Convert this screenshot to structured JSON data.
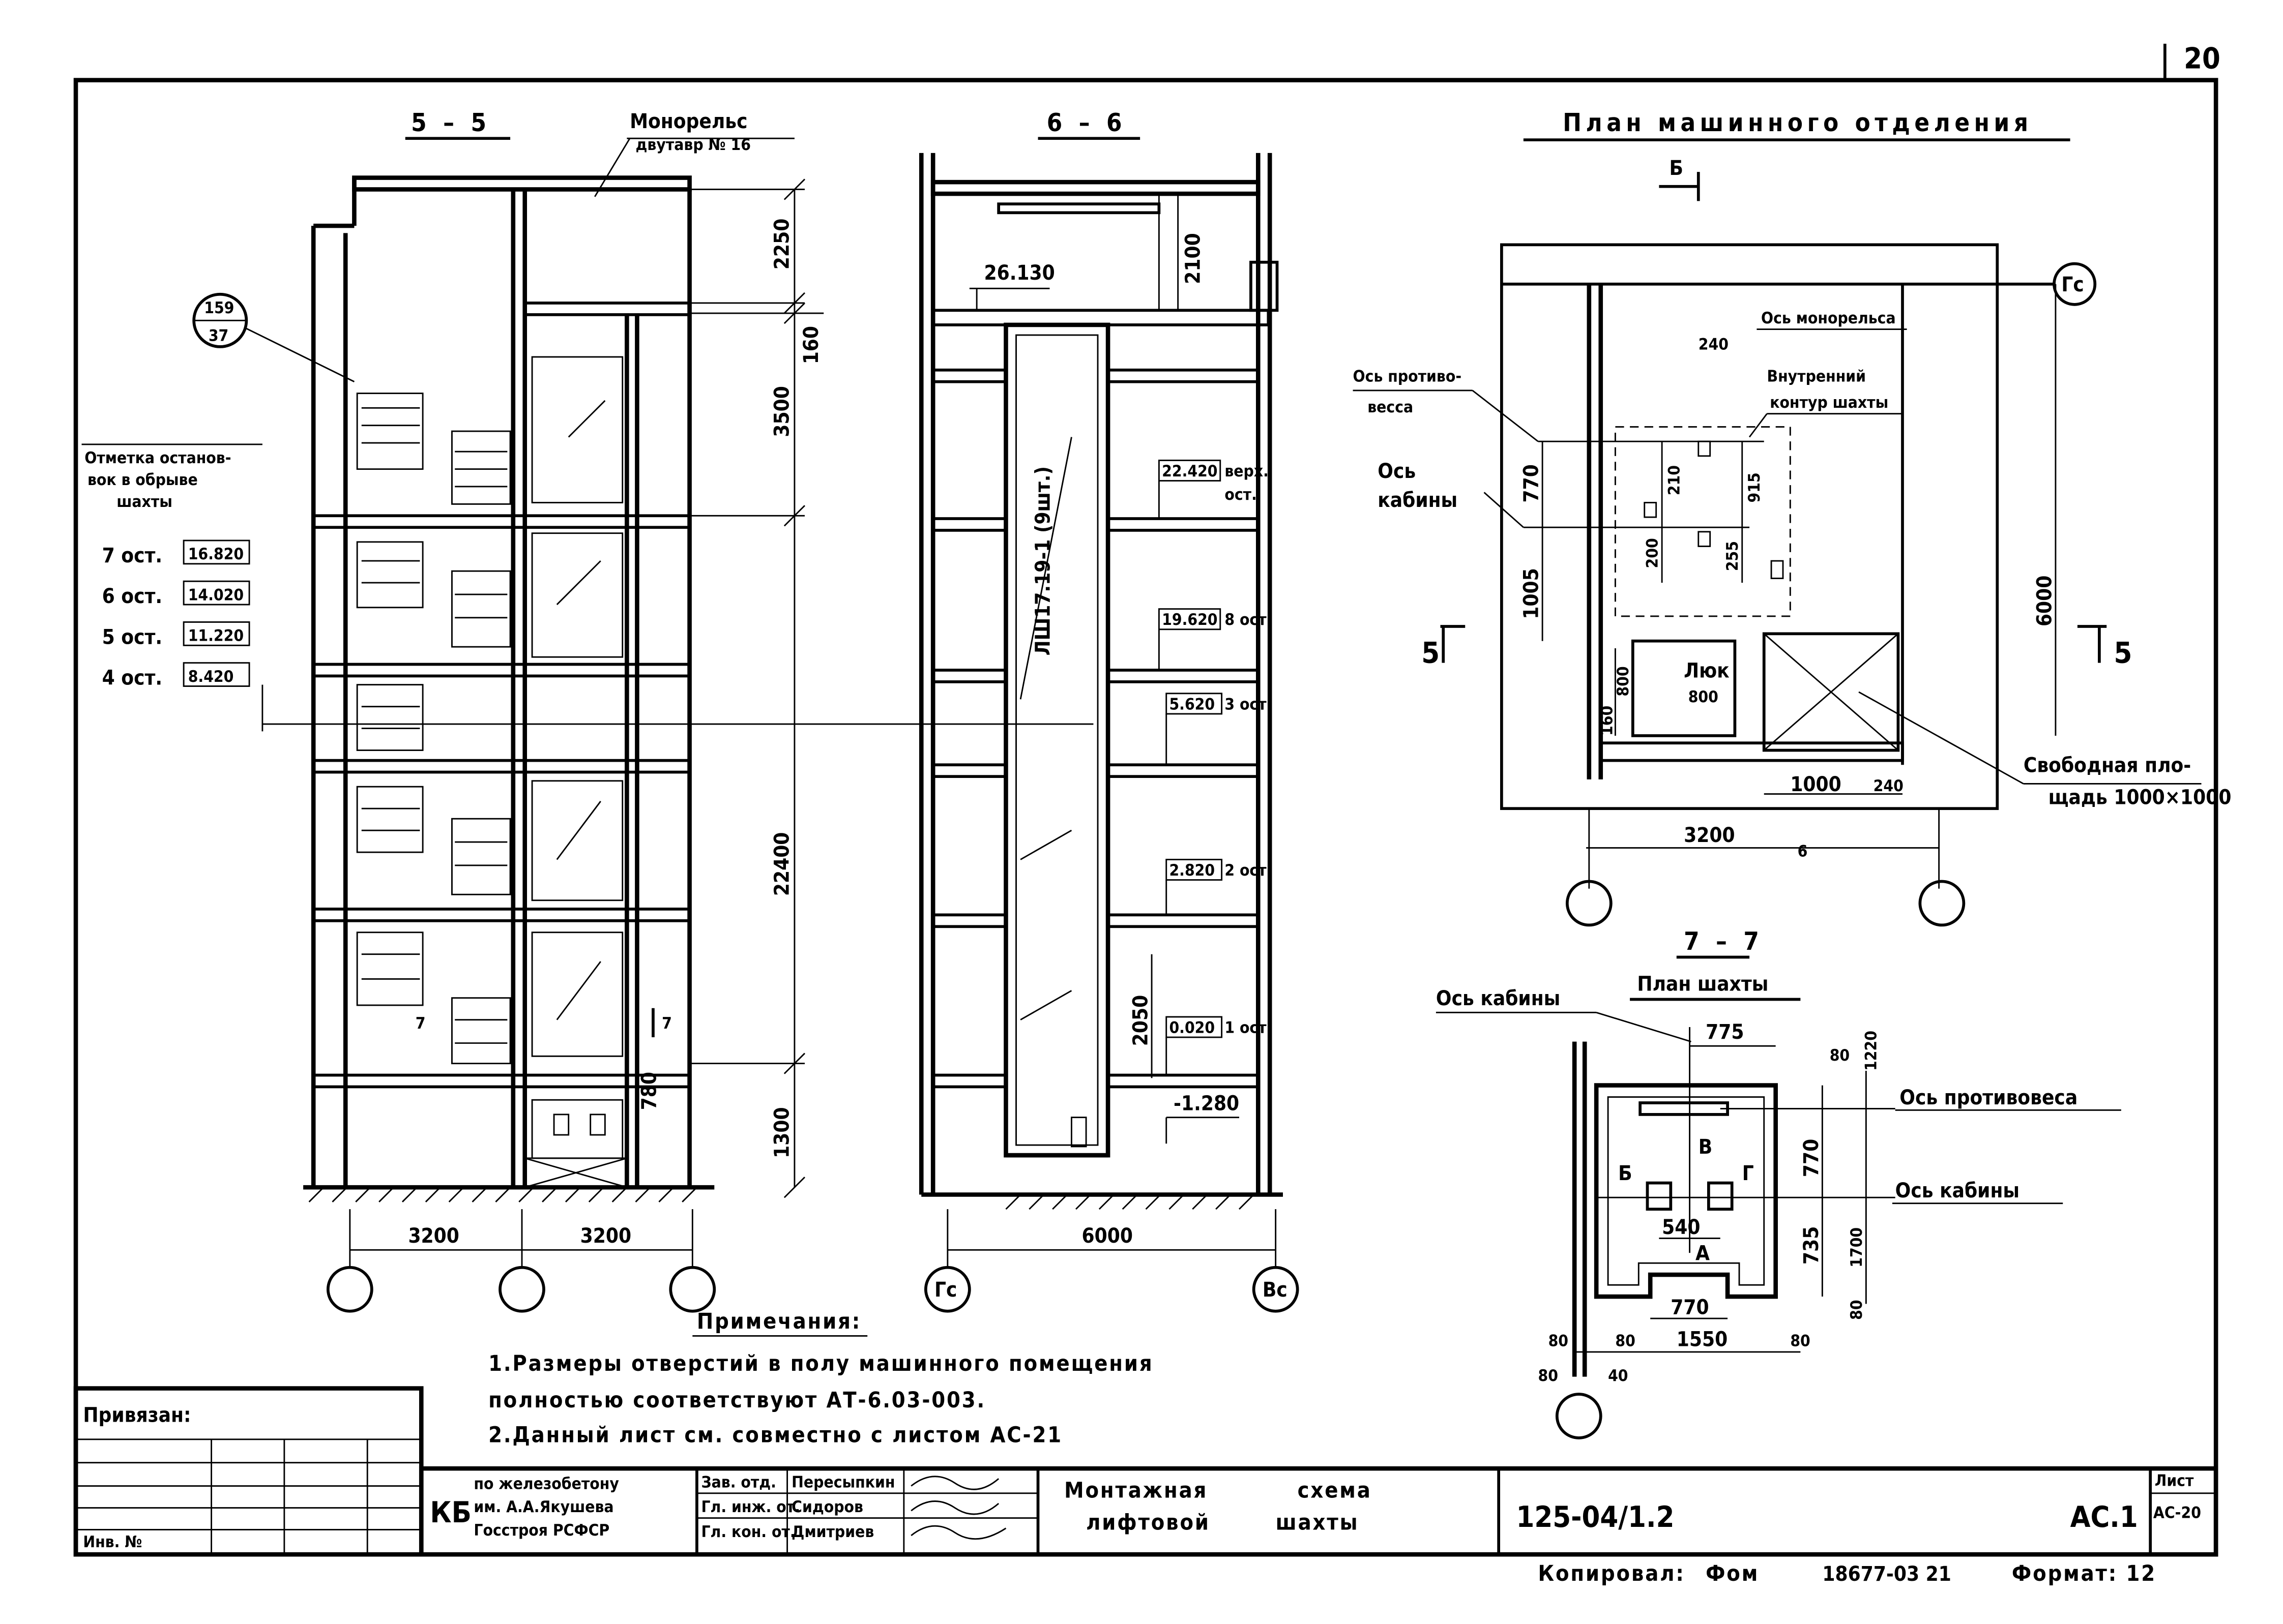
{
  "sheet_number": "20",
  "section_55": {
    "title": "5 – 5",
    "monorail_label_1": "Монорельс",
    "monorail_label_2": "двутавр № 16",
    "callout_top": "159",
    "callout_bottom": "37",
    "stops_title_1": "Отметка останов-",
    "stops_title_2": "вок в обрыве",
    "stops_title_3": "шахты",
    "stops": [
      {
        "label": "7 ост.",
        "value": "16.820"
      },
      {
        "label": "6 ост.",
        "value": "14.020"
      },
      {
        "label": "5 ост.",
        "value": "11.220"
      },
      {
        "label": "4 ост.",
        "value": "8.420"
      }
    ],
    "dims_vertical": [
      "2250",
      "160",
      "3500",
      "22400",
      "1300",
      "780"
    ],
    "marker_7_left": "7",
    "marker_7_right": "7",
    "dims_horizontal": [
      "3200",
      "3200"
    ]
  },
  "section_66": {
    "title": "6 – 6",
    "dim_2100": "2100",
    "mark_26130": "26.130",
    "shaft_label": "ЛШ17.19-1 (9шт.)",
    "levels": [
      {
        "value": "22.420",
        "label_1": "верх.",
        "label_2": "ост."
      },
      {
        "value": "19.620",
        "label_1": "8 ост.",
        "label_2": ""
      },
      {
        "value": "5.620",
        "label_1": "3 ост.",
        "label_2": ""
      },
      {
        "value": "2.820",
        "label_1": "2 ост.",
        "label_2": ""
      },
      {
        "value": "0.020",
        "label_1": "1 ост.",
        "label_2": ""
      }
    ],
    "dim_2050": "2050",
    "mark_minus": "-1.280",
    "dim_6000": "6000",
    "axis_left": "Гс",
    "axis_right": "Вс"
  },
  "machine_room": {
    "title": "План машинного отделения",
    "section_b": "Б",
    "axis_gc": "Гс",
    "lbl_monorail_axis": "Ось монорельса",
    "lbl_counterweight_1": "Ось противо-",
    "lbl_counterweight_2": "весса",
    "lbl_inner_1": "Внутренний",
    "lbl_inner_2": "контур шахты",
    "lbl_cabin_1": "Ось",
    "lbl_cabin_2": "кабины",
    "dims": {
      "d240": "240",
      "d210": "210",
      "d915": "915",
      "d770": "770",
      "d200": "200",
      "d255": "255",
      "d1005": "1005",
      "d6000": "6000",
      "d800": "800",
      "d160": "160",
      "d1000": "1000",
      "d240b": "240",
      "d3200": "3200"
    },
    "hatch_1": "Люк",
    "hatch_2": "800",
    "section_5_left": "5",
    "section_5_right": "5",
    "section_6": "6",
    "free_1": "Свободная пло-",
    "free_2": "щадь 1000×1000"
  },
  "shaft_plan": {
    "title_1": "7 – 7",
    "title_2": "План шахты",
    "lbl_cabin_axis_top": "Ось кабины",
    "lbl_counterweight": "Ось противовеса",
    "lbl_cabin_axis_right": "Ось кабины",
    "dims": {
      "d775": "775",
      "d80a": "80",
      "d1220": "1220",
      "d770": "770",
      "d735": "735",
      "d1700": "1700",
      "d540": "540",
      "d770b": "770",
      "d80b": "80",
      "d80c": "80",
      "d80d": "80",
      "d1550": "1550",
      "d80e": "80",
      "d80f": "80",
      "d40": "40"
    },
    "letters": {
      "B": "В",
      "Bb": "Б",
      "G": "Г",
      "A": "А"
    }
  },
  "notes": {
    "title": "Примечания:",
    "line_1": "1.Размеры отверстий в полу машинного помещения",
    "line_2": "полностью соответствуют АТ-6.03-003.",
    "line_3": "2.Данный лист см. совместно с листом АС-21"
  },
  "title_block": {
    "bound": "Привязан:",
    "inv": "Инв. №",
    "kb": "КБ",
    "org_1": "по железобетону",
    "org_2": "им. А.А.Якушева",
    "org_3": "Госстроя РСФСР",
    "roles": [
      "Зав. отд.",
      "Гл. инж. от.",
      "Гл. кон. от."
    ],
    "names": [
      "Пересыпкин",
      "Сидоров",
      "Дмитриев"
    ],
    "drawing_title_1": "Монтажная",
    "drawing_title_2": "схема",
    "drawing_title_3": "лифтовой",
    "drawing_title_4": "шахты",
    "code": "125-04/1.2",
    "sheet_code": "АС.1",
    "list_label": "Лист",
    "list_value": "АС-20",
    "copied": "Копировал:",
    "copied_sign": "Фом",
    "order": "18677-03 21",
    "format": "Формат: 12"
  }
}
